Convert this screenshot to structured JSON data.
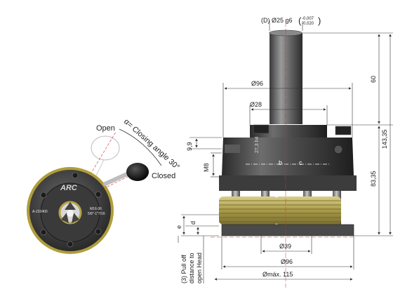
{
  "left_view": {
    "open_label": "Open",
    "closed_label": "Closed",
    "closing_angle_label": "α= Closing angle 30°",
    "brand": "ARC",
    "part_number": "A-233400",
    "size_line1": "M16-36",
    "size_line2": "5/8\"-1\"7/16"
  },
  "right_view": {
    "shaft_dim_prefix": "(D) Ø25 g6",
    "shaft_tol_upper": "-0,007",
    "shaft_tol_lower": "-0,020",
    "dim_60": "60",
    "dim_143": "143,35",
    "dim_83": "83,35",
    "dim_96_top": "Ø96",
    "dim_28": "Ø28",
    "dim_9_9": "9,9",
    "dim_m8": "M8",
    "dim_b": "b",
    "dim_c": "c",
    "head_engraving": "27,3 h4",
    "dim_e": "e",
    "dim_d": "d",
    "dim_39": "Ø39",
    "dim_96_bottom": "Ø96",
    "dim_max": "Ømáx. 115",
    "note_line1": "(3) Pull off",
    "note_line2": "distance to",
    "note_line3": "open Head"
  }
}
